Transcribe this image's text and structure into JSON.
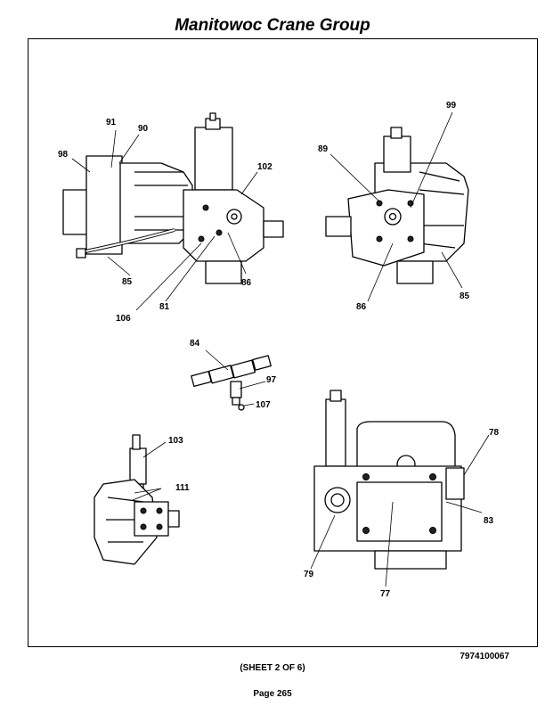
{
  "header": {
    "title": "Manitowoc Crane Group"
  },
  "drawing": {
    "callouts": {
      "c91": "91",
      "c90": "90",
      "c98": "98",
      "c102": "102",
      "c85a": "85",
      "c106": "106",
      "c81": "81",
      "c86a": "86",
      "c99": "99",
      "c89": "89",
      "c86b": "86",
      "c85b": "85",
      "c84": "84",
      "c97": "97",
      "c107": "107",
      "c103": "103",
      "c111": "111",
      "c78": "78",
      "c83": "83",
      "c79": "79",
      "c77": "77"
    }
  },
  "footer": {
    "drawing_number": "7974100067",
    "sheet": "(SHEET 2 OF 6)",
    "page": "Page 265"
  }
}
